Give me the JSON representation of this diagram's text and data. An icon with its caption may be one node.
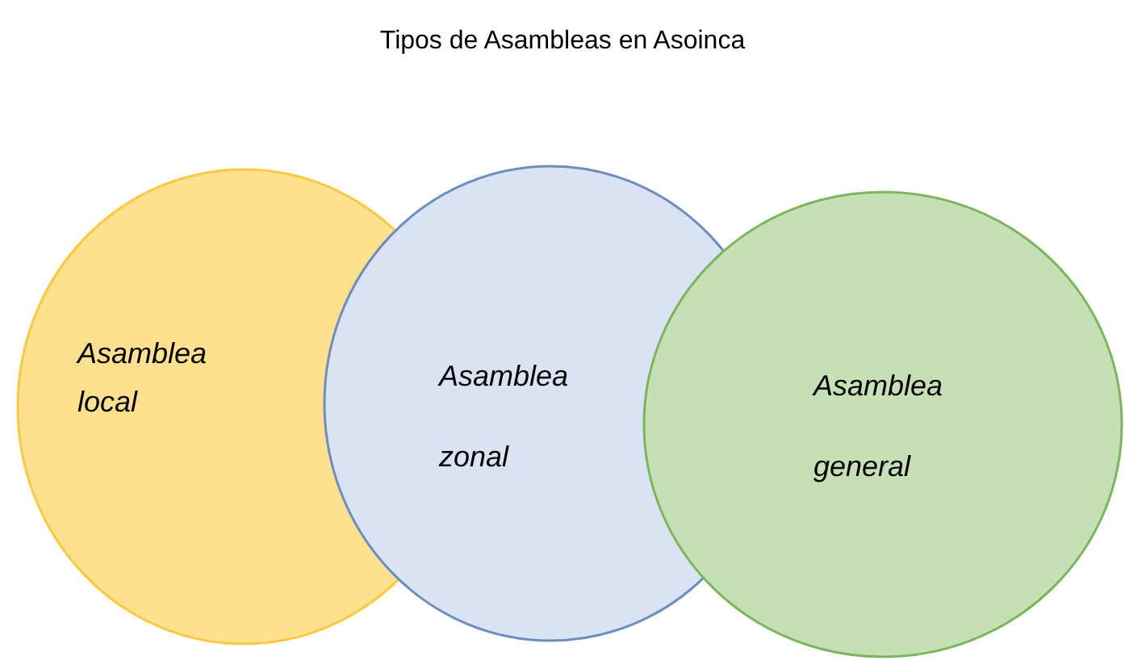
{
  "diagram": {
    "title": "Tipos de Asambleas en Asoinca",
    "nodes": [
      {
        "text": [
          "Asamblea local"
        ]
      },
      {
        "text": [
          "Asamblea zonal"
        ]
      },
      {
        "text": [
          "Asamblea general"
        ]
      }
    ]
  }
}
